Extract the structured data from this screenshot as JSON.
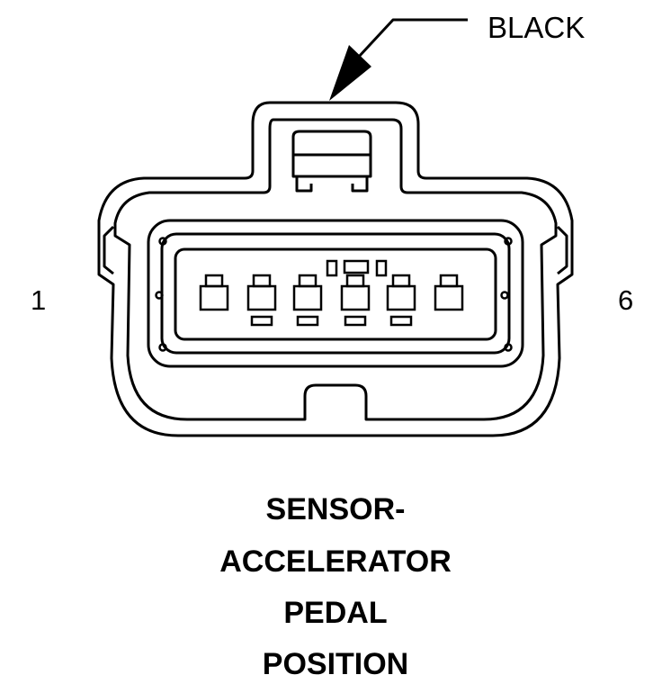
{
  "callout": {
    "text": "BLACK"
  },
  "pin_labels": {
    "first": "1",
    "last": "6"
  },
  "title_lines": [
    "SENSOR-",
    "ACCELERATOR",
    "PEDAL",
    "POSITION"
  ],
  "connector": {
    "cavity_count": 6,
    "line_color": "#000000",
    "fill_color": "#ffffff"
  }
}
